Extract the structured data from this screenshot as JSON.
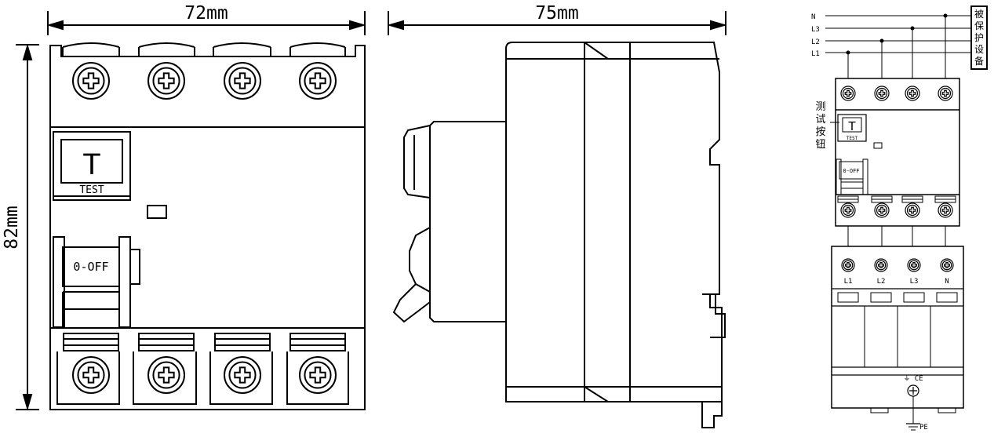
{
  "front_view": {
    "width_dim": "72mm",
    "height_dim": "82mm",
    "test_button_letter": "T",
    "test_button_caption": "TEST",
    "switch_label": "0-OFF"
  },
  "side_view": {
    "depth_dim": "75mm"
  },
  "wiring": {
    "lines": [
      "N",
      "L3",
      "L2",
      "L1"
    ],
    "protected_device_label": [
      "被",
      "保",
      "护",
      "设",
      "备"
    ],
    "test_button_note": [
      "测",
      "试",
      "按",
      "钮"
    ],
    "rcd_test_letter": "T",
    "rcd_test_caption": "TEST",
    "rcd_switch_label": "0-OFF",
    "spd_terminal_labels": [
      "L1",
      "L2",
      "L3",
      "N"
    ],
    "ground_ce_mark": "⏚ CE",
    "pe_label": "PE"
  }
}
